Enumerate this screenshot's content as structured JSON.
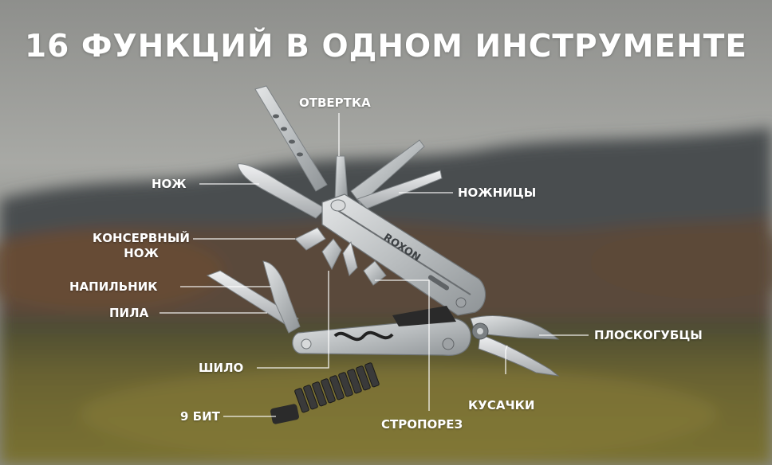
{
  "title": "16 ФУНКЦИЙ В ОДНОМ ИНСТРУМЕНТЕ",
  "brand": "ROXON",
  "labels": {
    "screwdriver": "ОТВЕРТКА",
    "knife": "НОЖ",
    "scissors": "НОЖНИЦЫ",
    "can_opener_line1": "КОНСЕРВНЫЙ",
    "can_opener_line2": "НОЖ",
    "file": "НАПИЛЬНИК",
    "saw": "ПИЛА",
    "pliers": "ПЛОСКОГУБЦЫ",
    "awl": "ШИЛО",
    "wire_cutters": "КУСАЧКИ",
    "bits": "9 БИТ",
    "strap_cutter": "СТРОПОРЕЗ"
  },
  "colors": {
    "text": "#ffffff",
    "steel": "#c9ccce",
    "steel_dark": "#8e9396",
    "sky": "#9a9b97",
    "hills": "#3d4040",
    "field": "#6e6a2c"
  }
}
